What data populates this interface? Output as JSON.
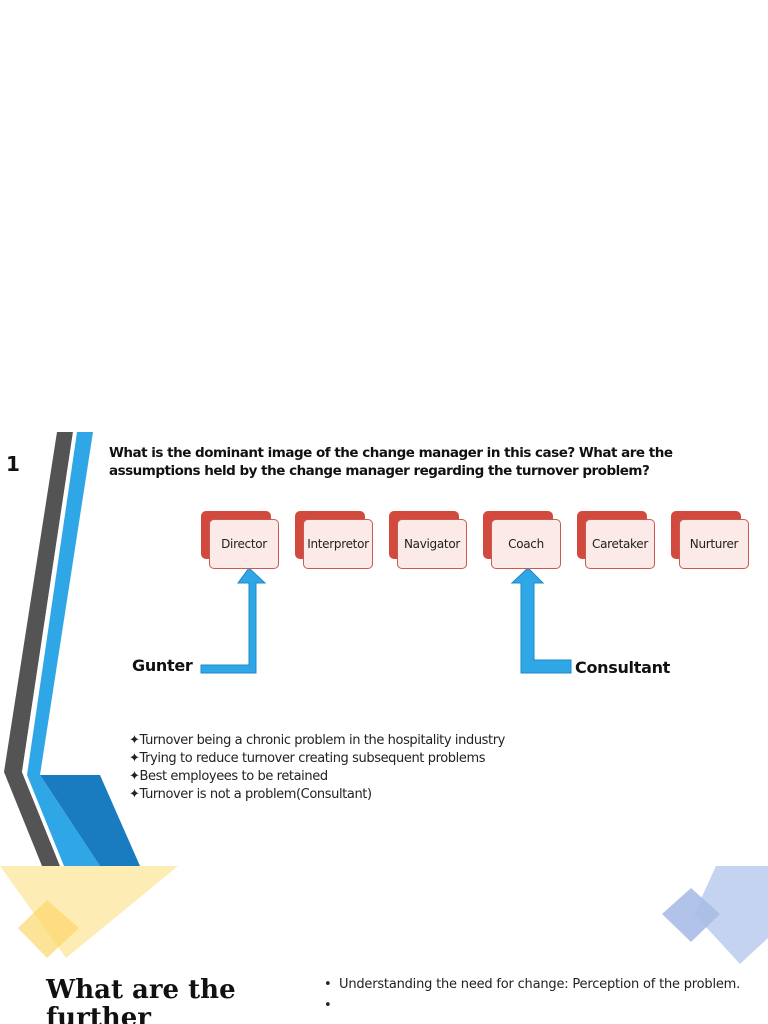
{
  "slide1": {
    "number": "1",
    "question": "What is the dominant image of the change manager in this case? What are the assumptions held by the change manager regarding the turnover problem?",
    "roles": [
      "Director",
      "Interpretor",
      "Navigator",
      "Coach",
      "Caretaker",
      "Nurturer"
    ],
    "actors": {
      "left": "Gunter",
      "right": "Consultant"
    },
    "bullet_marker": "✦",
    "assumptions": [
      "Turnover being a chronic problem in the hospitality industry",
      "Trying to reduce turnover creating subsequent problems",
      "Best employees to be retained",
      "Turnover is not a problem(Consultant)"
    ],
    "colors": {
      "accent_blue": "#2fa7e6",
      "dark_gray": "#545454",
      "role_red": "#d24a3e",
      "role_fill": "#fbeae8"
    }
  },
  "slide2": {
    "title": "What are the further",
    "items": [
      "Understanding the need for change: Perception of the problem.",
      ""
    ],
    "colors": {
      "yellow": "#fde9a6",
      "blue": "#c4d3ef"
    }
  }
}
